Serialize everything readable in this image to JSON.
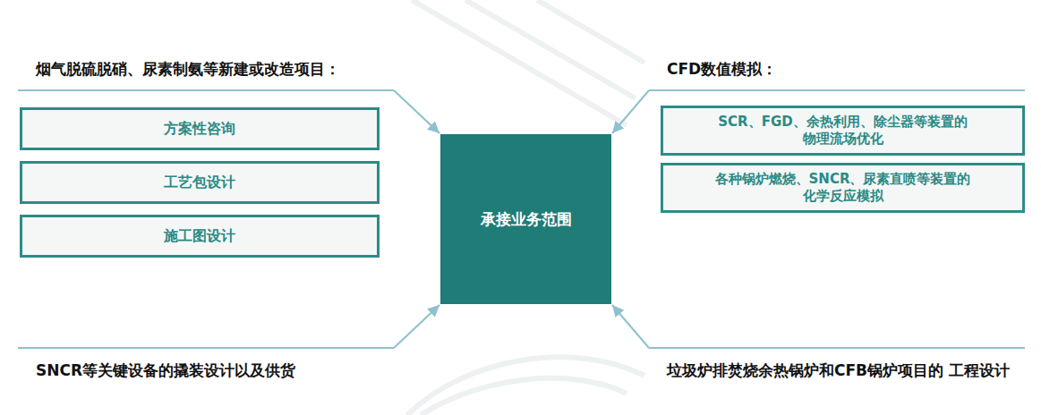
{
  "diagram": {
    "nodes": [
      {
        "text": [
          "烟气脱硫脱硝、尿素制氨等新建或改造项目："
        ]
      },
      {
        "text": [
          "方案性咨询"
        ]
      },
      {
        "text": [
          "工艺包设计"
        ]
      },
      {
        "text": [
          "施工图设计"
        ]
      },
      {
        "text": [
          "承接业务范围"
        ]
      },
      {
        "text": [
          "CFD数值模拟："
        ]
      },
      {
        "text": [
          "SCR、FGD、余热利用、除尘器等装置的 物理流场优化"
        ]
      },
      {
        "text": [
          "各种锅炉燃烧、SNCR、尿素直喷等装置的 化学反应模拟"
        ]
      },
      {
        "text": [
          "SNCR等关键设备的撬装设计以及供货"
        ]
      },
      {
        "text": [
          "垃圾炉排焚烧余热锅炉和CFB锅炉项目的 工程设计"
        ]
      }
    ],
    "edges": [
      {
        "from": 0,
        "to": 4,
        "arrow": "to"
      },
      {
        "from": 5,
        "to": 4,
        "arrow": "to"
      },
      {
        "from": 8,
        "to": 4,
        "arrow": "to"
      },
      {
        "from": 9,
        "to": 4,
        "arrow": "to"
      }
    ]
  }
}
